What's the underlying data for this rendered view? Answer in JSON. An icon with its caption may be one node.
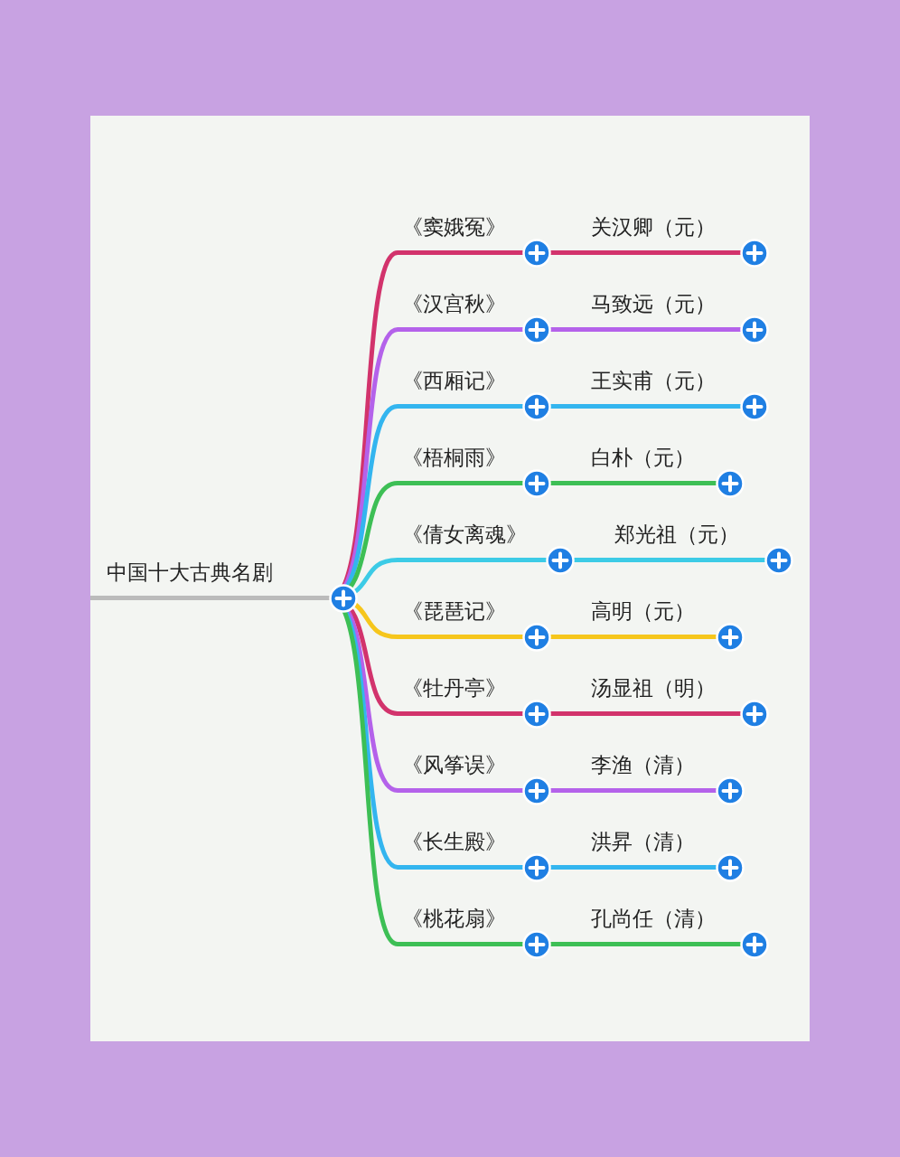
{
  "diagram": {
    "nodes": [
      {
        "text": [
          "中国十大古典名剧"
        ]
      },
      {
        "text": [
          "《窦娥冤》"
        ]
      },
      {
        "text": [
          "关汉卿（元）"
        ]
      },
      {
        "text": [
          "《汉宫秋》"
        ]
      },
      {
        "text": [
          "马致远（元）"
        ]
      },
      {
        "text": [
          "《西厢记》"
        ]
      },
      {
        "text": [
          "王实甫（元）"
        ]
      },
      {
        "text": [
          "《梧桐雨》"
        ]
      },
      {
        "text": [
          "白朴（元）"
        ]
      },
      {
        "text": [
          "《倩女离魂》"
        ]
      },
      {
        "text": [
          "郑光祖（元）"
        ]
      },
      {
        "text": [
          "《琵琶记》"
        ]
      },
      {
        "text": [
          "高明（元）"
        ]
      },
      {
        "text": [
          "《牡丹亭》"
        ]
      },
      {
        "text": [
          "汤显祖（明）"
        ]
      },
      {
        "text": [
          "《风筝误》"
        ]
      },
      {
        "text": [
          "李渔（清）"
        ]
      },
      {
        "text": [
          "《长生殿》"
        ]
      },
      {
        "text": [
          "洪昇（清）"
        ]
      },
      {
        "text": [
          "《桃花扇》"
        ]
      },
      {
        "text": [
          "孔尚任（清）"
        ]
      }
    ],
    "edges": [
      {
        "from": 0,
        "to": 1,
        "arrow": "none",
        "color": "#d2336c"
      },
      {
        "from": 1,
        "to": 2,
        "arrow": "none",
        "color": "#d2336c"
      },
      {
        "from": 0,
        "to": 3,
        "arrow": "none",
        "color": "#b462ea"
      },
      {
        "from": 3,
        "to": 4,
        "arrow": "none",
        "color": "#b462ea"
      },
      {
        "from": 0,
        "to": 5,
        "arrow": "none",
        "color": "#33b5ef"
      },
      {
        "from": 5,
        "to": 6,
        "arrow": "none",
        "color": "#33b5ef"
      },
      {
        "from": 0,
        "to": 7,
        "arrow": "none",
        "color": "#3dbf55"
      },
      {
        "from": 7,
        "to": 8,
        "arrow": "none",
        "color": "#3dbf55"
      },
      {
        "from": 0,
        "to": 9,
        "arrow": "none",
        "color": "#3ccbe6"
      },
      {
        "from": 9,
        "to": 10,
        "arrow": "none",
        "color": "#3ccbe6"
      },
      {
        "from": 0,
        "to": 11,
        "arrow": "none",
        "color": "#f6c61c"
      },
      {
        "from": 11,
        "to": 12,
        "arrow": "none",
        "color": "#f6c61c"
      },
      {
        "from": 0,
        "to": 13,
        "arrow": "none",
        "color": "#d2336c"
      },
      {
        "from": 13,
        "to": 14,
        "arrow": "none",
        "color": "#d2336c"
      },
      {
        "from": 0,
        "to": 15,
        "arrow": "none",
        "color": "#b462ea"
      },
      {
        "from": 15,
        "to": 16,
        "arrow": "none",
        "color": "#b462ea"
      },
      {
        "from": 0,
        "to": 17,
        "arrow": "none",
        "color": "#33b5ef"
      },
      {
        "from": 17,
        "to": 18,
        "arrow": "none",
        "color": "#33b5ef"
      },
      {
        "from": 0,
        "to": 19,
        "arrow": "none",
        "color": "#3dbf55"
      },
      {
        "from": 19,
        "to": 20,
        "arrow": "none",
        "color": "#3dbf55"
      }
    ]
  }
}
